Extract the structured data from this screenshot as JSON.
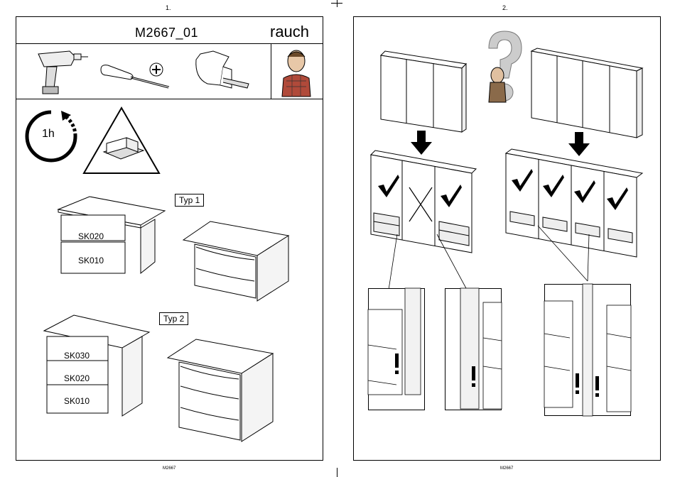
{
  "pages": [
    {
      "page_number": "1.",
      "footer": "M2667",
      "header": {
        "model": "M2667_01",
        "brand": "rauch"
      },
      "tools": [
        {
          "icon": "drill-icon"
        },
        {
          "icon": "phillips-screwdriver-icon"
        },
        {
          "icon": "tape-measure-icon"
        }
      ],
      "assistant_icon": "mascot-man-icon",
      "duration": "1h",
      "persons_icon": "two-persons-warning-icon",
      "types": [
        {
          "label": "Typ 1",
          "drawers": [
            "SK020",
            "SK010"
          ]
        },
        {
          "label": "Typ 2",
          "drawers": [
            "SK030",
            "SK020",
            "SK010"
          ]
        }
      ]
    },
    {
      "page_number": "2.",
      "footer": "M2667",
      "question_icon": "question-mark-mascot-icon",
      "check_icon": "check-mark-icon",
      "cross_icon": "cross-icon",
      "alert_icon": "exclamation-icon"
    }
  ]
}
